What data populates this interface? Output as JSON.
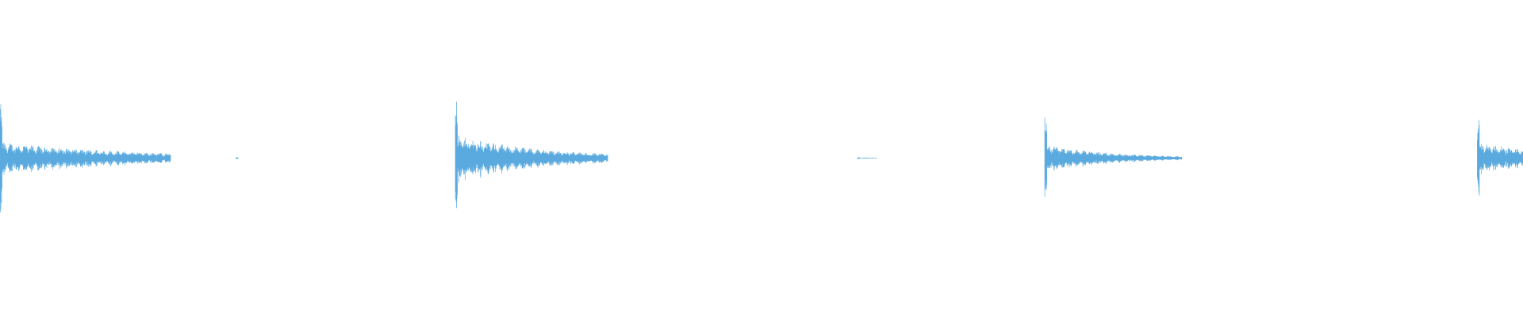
{
  "waveform": {
    "color": "#5aaadf",
    "background": "#ffffff",
    "events": [
      {
        "onset": 0.0,
        "peak": 0.86,
        "decay": 0.095,
        "length": 0.112,
        "ring": 0.24,
        "floor": 0.006
      },
      {
        "onset": 0.155,
        "peak": 0.012,
        "decay": 0.002,
        "length": 0.002,
        "ring": 0.0,
        "floor": 0.004
      },
      {
        "onset": 0.299,
        "peak": 0.92,
        "decay": 0.06,
        "length": 0.1,
        "ring": 0.32,
        "floor": 0.006
      },
      {
        "onset": 0.563,
        "peak": 0.015,
        "decay": 0.004,
        "length": 0.013,
        "ring": 0.0,
        "floor": 0.006
      },
      {
        "onset": 0.686,
        "peak": 0.68,
        "decay": 0.045,
        "length": 0.09,
        "ring": 0.26,
        "floor": 0.006
      },
      {
        "onset": 0.97,
        "peak": 0.68,
        "decay": 0.05,
        "length": 0.03,
        "ring": 0.3,
        "floor": 0.006
      }
    ]
  }
}
